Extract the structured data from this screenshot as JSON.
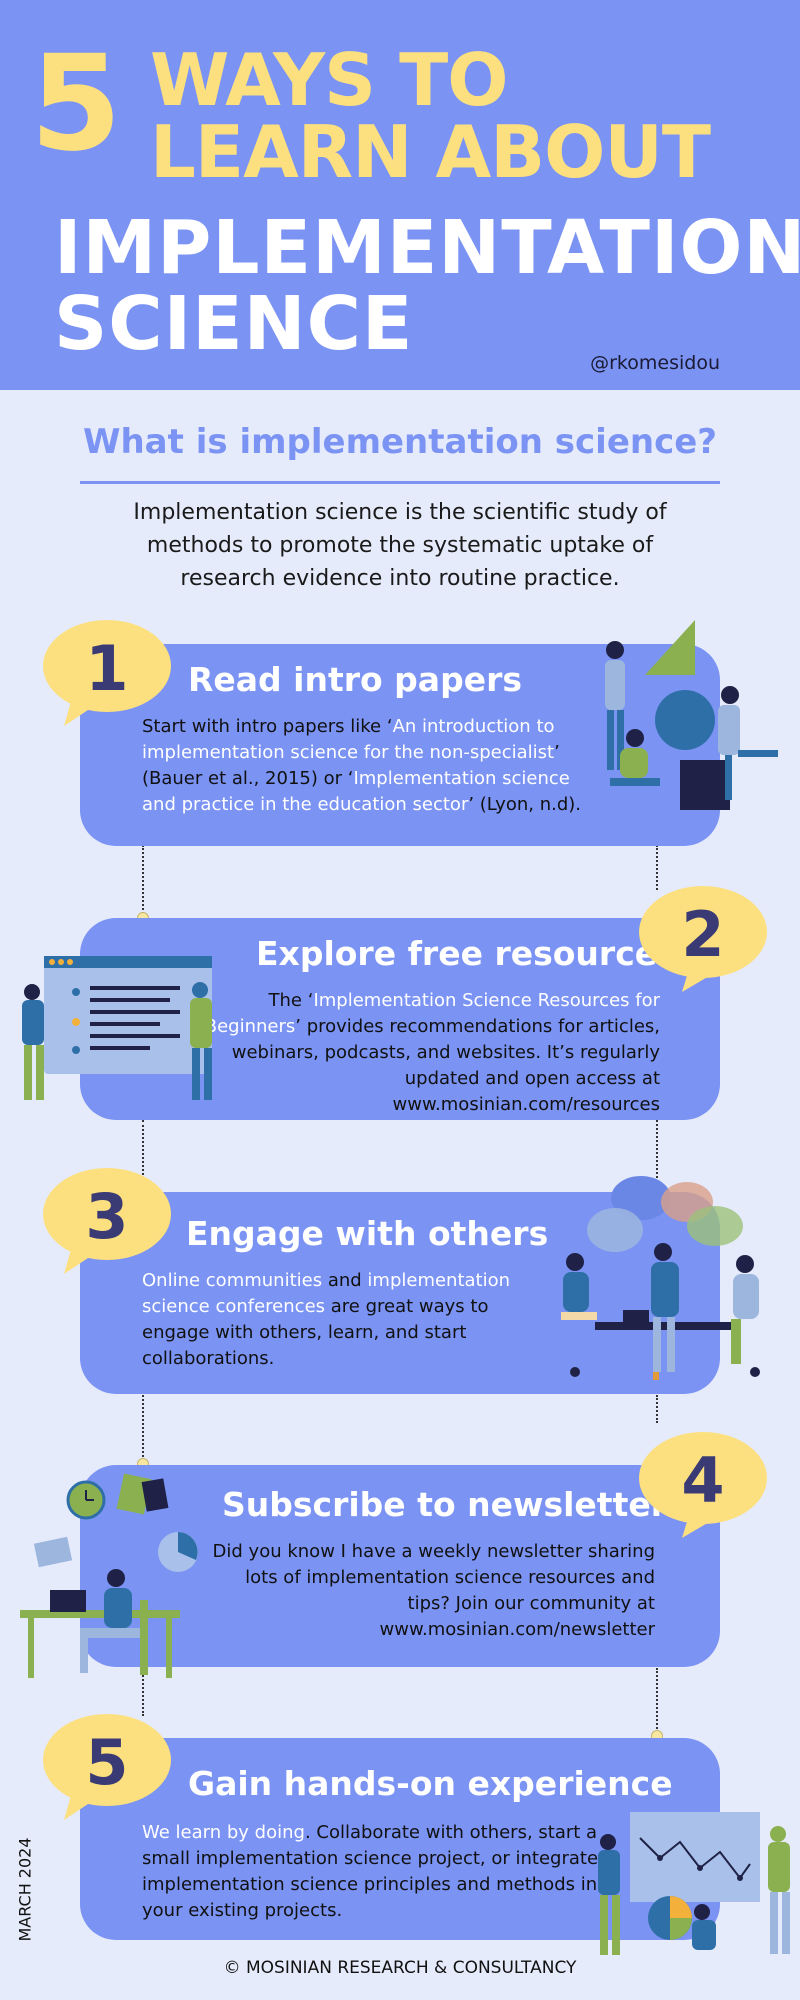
{
  "header": {
    "number": "5",
    "line1": "WAYS TO",
    "line2": "LEARN ABOUT",
    "line3": "IMPLEMENTATION",
    "line4": "SCIENCE",
    "handle": "@rkomesidou"
  },
  "intro": {
    "title": "What is implementation science?",
    "text": "Implementation science is the scientific study of methods to promote the systematic uptake of research evidence into routine practice."
  },
  "steps": [
    {
      "number": "1",
      "title": "Read intro papers",
      "text_a": "Start with intro papers like ‘",
      "link_a": "An introduction to implementation science for the non-specialist",
      "text_b": "’ (Bauer et al., 2015) or ‘",
      "link_b": "Implementation science and practice in the education sector",
      "text_c": "’ (Lyon, n.d)."
    },
    {
      "number": "2",
      "title": "Explore free resources",
      "text_a": "The ‘",
      "link_a": "Implementation Science Resources for Beginners",
      "text_b": "’ provides recommendations for articles, webinars, podcasts, and websites. It’s regularly updated and open access at www.mosinian.com/resources"
    },
    {
      "number": "3",
      "title": "Engage with others",
      "link_a": "Online communities",
      "text_a": " and ",
      "link_b": "implementation science conferences",
      "text_b": " are great ways to engage with others, learn, and start collaborations."
    },
    {
      "number": "4",
      "title": "Subscribe to newsletters",
      "text_a": "Did you know I have a weekly newsletter sharing lots of implementation science resources and tips? Join our community at www.mosinian.com/newsletter"
    },
    {
      "number": "5",
      "title": "Gain hands-on experience",
      "link_a": "We learn by doing",
      "text_a": ". Collaborate with others, start a small implementation science project, or integrate implementation science principles and methods in your existing projects."
    }
  ],
  "side_date": "MARCH 2024",
  "footer": "© MOSINIAN RESEARCH & CONSULTANCY",
  "colors": {
    "background": "#e6ebfb",
    "header_blue": "#7b93f3",
    "accent_yellow": "#fce07f",
    "number_navy": "#3a3b74"
  },
  "icons": [
    "team-puzzle-illustration",
    "whiteboard-presentation-illustration",
    "meeting-table-illustration",
    "remote-work-desk-illustration",
    "data-chart-illustration"
  ]
}
